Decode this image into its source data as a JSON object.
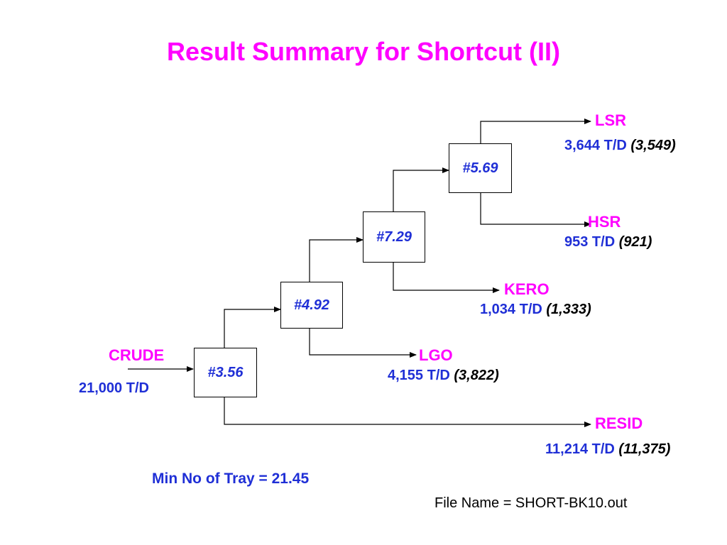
{
  "title": "Result Summary for Shortcut (II)",
  "feed": {
    "name": "CRUDE",
    "rate": "21,000 T/D"
  },
  "columns": [
    {
      "id": "col1",
      "label": "#3.56"
    },
    {
      "id": "col2",
      "label": "#4.92"
    },
    {
      "id": "col3",
      "label": "#7.29"
    },
    {
      "id": "col4",
      "label": "#5.69"
    }
  ],
  "products": {
    "lsr": {
      "name": "LSR",
      "rate": "3,644 T/D",
      "ref": "(3,549)"
    },
    "hsr": {
      "name": "HSR",
      "rate": "953 T/D",
      "ref": "(921)"
    },
    "kero": {
      "name": "KERO",
      "rate": "1,034 T/D",
      "ref": "(1,333)"
    },
    "lgo": {
      "name": "LGO",
      "rate": "4,155 T/D",
      "ref": "(3,822)"
    },
    "resid": {
      "name": "RESID",
      "rate": "11,214 T/D",
      "ref": "(11,375)"
    }
  },
  "min_tray": "Min No of Tray = 21.45",
  "file_name": "File Name = SHORT-BK10.out",
  "colors": {
    "title": "#ff00ff",
    "product": "#ff00ff",
    "value": "#1f2fd6",
    "box_text": "#1f2fd6"
  }
}
